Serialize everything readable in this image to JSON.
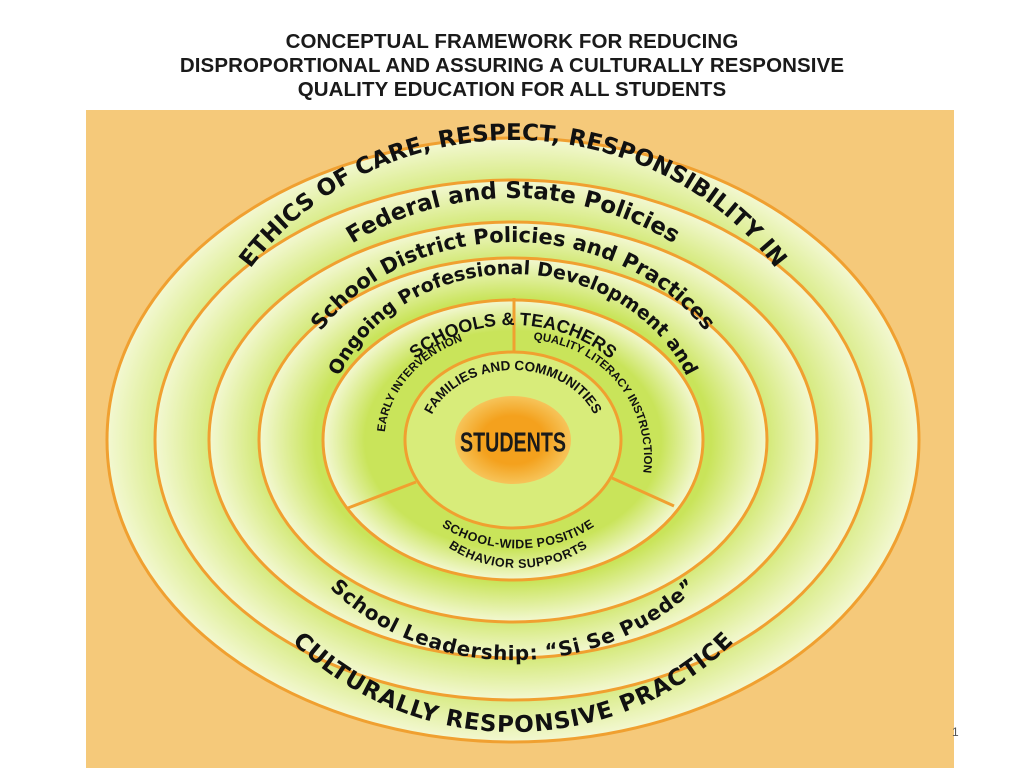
{
  "title": {
    "line1": "CONCEPTUAL FRAMEWORK FOR REDUCING",
    "line2": "DISPROPORTIONAL AND ASSURING A CULTURALLY RESPONSIVE",
    "line3": "QUALITY EDUCATION FOR ALL STUDENTS"
  },
  "diagram": {
    "outer_ring_top": "ETHICS OF CARE, RESPECT, RESPONSIBILITY IN",
    "outer_ring_bottom": "CULTURALLY RESPONSIVE PRACTICE",
    "ring_federal": "Federal and State Policies",
    "ring_district": "School District Policies and Practices",
    "ring_professional": "Ongoing Professional Development and",
    "ring_leadership": "School Leadership: “Si Se Puede”",
    "ring_schools_teachers": "SCHOOLS & TEACHERS",
    "segment_early": "EARLY INTERVENTION",
    "segment_literacy": "QUALITY LITERACY INSTRUCTION",
    "segment_behavior_line1": "SCHOOL-WIDE POSITIVE",
    "segment_behavior_line2": "BEHAVIOR SUPPORTS",
    "ring_families": "FAMILIES AND COMMUNITIES",
    "center": "STUDENTS"
  },
  "slide_number": "1",
  "colors": {
    "panel_background": "#f5c97a",
    "ring_stroke": "#f0a030",
    "ring_glow": "#f3f8d2",
    "ring_green": "#c9e45a",
    "center_orange": "#f4a11d"
  }
}
